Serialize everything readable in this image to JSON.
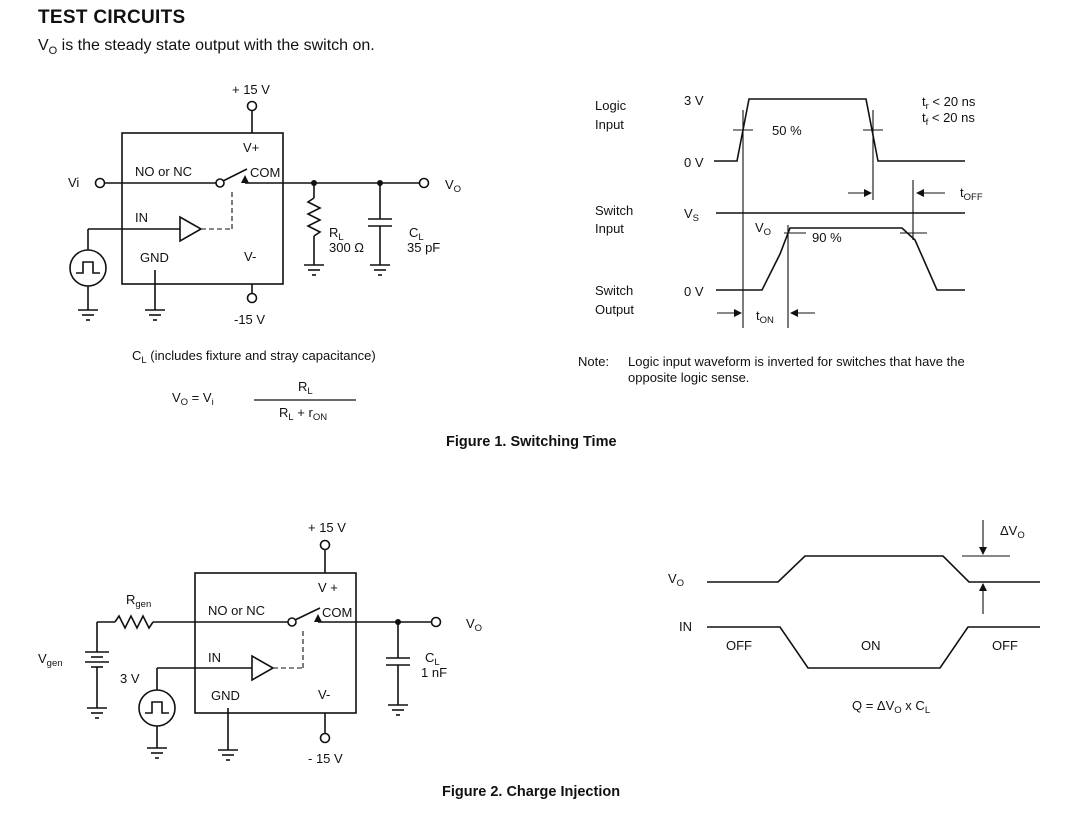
{
  "section_title": "TEST CIRCUITS",
  "intro": {
    "v": "V",
    "sub": "O",
    "rest": " is the steady state output with the switch on."
  },
  "fig1": {
    "caption": "Figure 1. Switching Time",
    "plus_supply": "+ 15 V",
    "minus_supply": "-15 V",
    "v_plus": "V+",
    "v_minus": "V-",
    "input": "Vi",
    "switch_label": "NO or NC",
    "com": "COM",
    "in": "IN",
    "gnd": "GND",
    "output": {
      "v": "V",
      "sub": "O"
    },
    "rl": {
      "sym": "R",
      "sub": "L",
      "value": "300 Ω"
    },
    "cl": {
      "sym": "C",
      "sub": "L",
      "value": "35 pF"
    },
    "cl_note": {
      "sym": "C",
      "sub": "L",
      "rest": " (includes fixture and stray capacitance)"
    },
    "eq": {
      "lhs_v": "V",
      "lhs_sub": "O",
      "lhs_eq": " = V",
      "lhs_i": "i",
      "num": "R",
      "num_sub": "L",
      "den1": "R",
      "den1_sub": "L",
      "den_plus": " + r",
      "den_sub": "ON"
    },
    "timing": {
      "logic_input": [
        "Logic",
        "Input"
      ],
      "switch_input": [
        "Switch",
        "Input"
      ],
      "switch_output": [
        "Switch",
        "Output"
      ],
      "v3": "3 V",
      "v0_logic": "0 V",
      "vs": "V",
      "vs_sub": "S",
      "v0_out": "0 V",
      "pct50": "50 %",
      "pct90": "90 %",
      "vo": "V",
      "vo_sub": "O",
      "tr": {
        "a": "t",
        "sub": "r",
        "b": " < 20 ns"
      },
      "tf": {
        "a": "t",
        "sub": "f",
        "b": " < 20 ns"
      },
      "toff": {
        "a": "t",
        "sub": "OFF"
      },
      "ton": {
        "a": "t",
        "sub": "ON"
      }
    },
    "note_label": "Note:",
    "note_lines": [
      "Logic input waveform is inverted for switches that have the",
      "opposite logic sense."
    ]
  },
  "fig2": {
    "caption": "Figure 2. Charge Injection",
    "plus_supply": "+ 15 V",
    "minus_supply": "- 15 V",
    "v_plus": "V +",
    "v_minus": "V-",
    "switch_label": "NO or NC",
    "com": "COM",
    "in": "IN",
    "gnd": "GND",
    "rgen": {
      "sym": "R",
      "sub": "gen"
    },
    "vgen": {
      "sym": "V",
      "sub": "gen"
    },
    "three_v": "3 V",
    "output": {
      "v": "V",
      "sub": "O"
    },
    "cl": {
      "sym": "C",
      "sub": "L",
      "value": "1 nF"
    },
    "timing": {
      "vo": "V",
      "vo_sub": "O",
      "in": "IN",
      "off1": "OFF",
      "on": "ON",
      "off2": "OFF",
      "dvo": "ΔV",
      "dvo_sub": "O",
      "q_a": "Q = ΔV",
      "q_sub": "O",
      "q_b": " x C",
      "q_sub2": "L"
    }
  }
}
